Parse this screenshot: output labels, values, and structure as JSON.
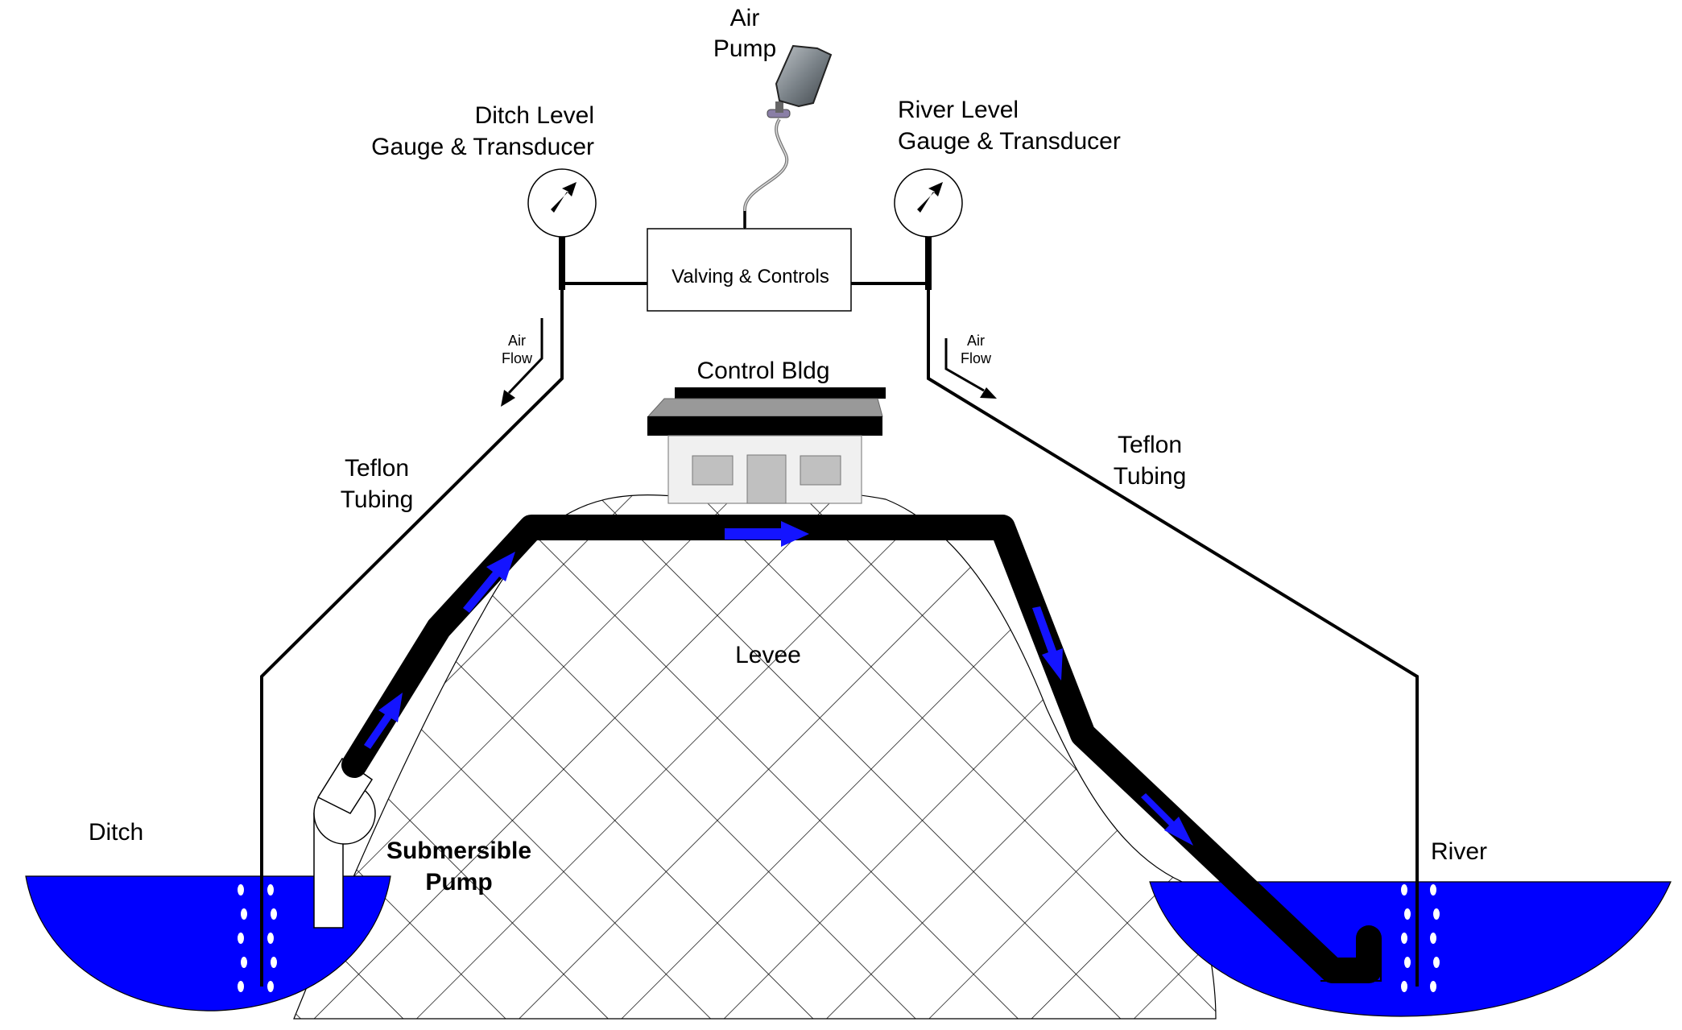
{
  "labels": {
    "air_pump": [
      "Air",
      "Pump"
    ],
    "ditch_gauge": [
      "Ditch Level",
      "Gauge & Transducer"
    ],
    "river_gauge": [
      "River Level",
      "Gauge & Transducer"
    ],
    "valving": "Valving & Controls",
    "air_flow_left": [
      "Air",
      "Flow"
    ],
    "air_flow_right": [
      "Air",
      "Flow"
    ],
    "control_bldg": "Control Bldg",
    "teflon_left": [
      "Teflon",
      "Tubing"
    ],
    "teflon_right": [
      "Teflon",
      "Tubing"
    ],
    "levee": "Levee",
    "ditch": "Ditch",
    "river": "River",
    "submersible_pump": [
      "Submersible",
      "Pump"
    ]
  },
  "colors": {
    "water": "#0000ff",
    "flow_arrow": "#1010ff",
    "pipe": "#000000",
    "building_wall": "#f0f0f0",
    "building_window": "#c0c0c0",
    "roof": "#999999",
    "pump_body": "#707070"
  },
  "icons": {
    "gauge": "pressure-gauge-icon",
    "pump": "air-pump-icon"
  }
}
